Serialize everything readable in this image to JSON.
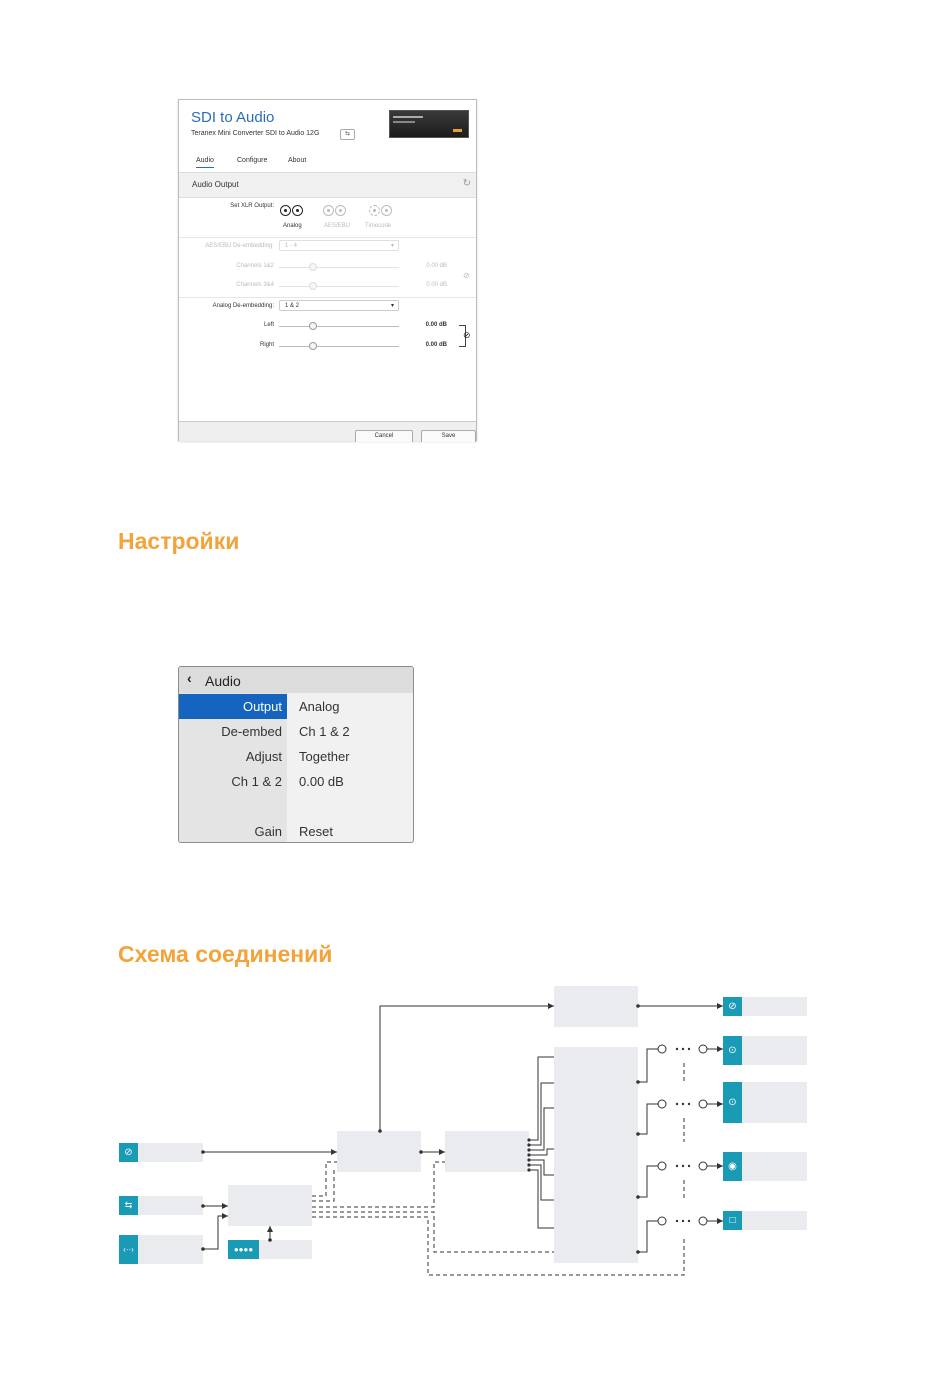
{
  "utility": {
    "title": "SDI to Audio",
    "subtitle": "Teranex Mini Converter SDI to Audio 12G",
    "connection_icon": "usb-icon",
    "tabs": [
      {
        "label": "Audio",
        "active": true
      },
      {
        "label": "Configure",
        "active": false
      },
      {
        "label": "About",
        "active": false
      }
    ],
    "section_title": "Audio Output",
    "xlr": {
      "label": "Set XLR Output:",
      "options": [
        {
          "label": "Analog",
          "selected": true
        },
        {
          "label": "AES/EBU",
          "selected": false
        },
        {
          "label": "Timecode",
          "selected": false
        }
      ]
    },
    "aes": {
      "label": "AES/EBU De-embedding:",
      "value": "1 - 4",
      "ch12_label": "Channels 1&2",
      "ch12_value": "0.00 dB",
      "ch34_label": "Channels 3&4",
      "ch34_value": "0.00 dB"
    },
    "analog": {
      "label": "Analog De-embedding:",
      "value": "1 & 2",
      "left_label": "Left",
      "left_value": "0.00 dB",
      "right_label": "Right",
      "right_value": "0.00 dB"
    },
    "cancel_label": "Cancel",
    "save_label": "Save"
  },
  "headings": {
    "settings": "Настройки",
    "diagram": "Схема соединений"
  },
  "lcd": {
    "title": "Audio",
    "rows": [
      {
        "key": "Output",
        "value": "Analog",
        "selected": true
      },
      {
        "key": "De-embed",
        "value": "Ch 1 & 2",
        "selected": false
      },
      {
        "key": "Adjust",
        "value": "Together",
        "selected": false
      },
      {
        "key": "Ch 1 & 2",
        "value": "0.00 dB",
        "selected": false
      },
      {
        "key": "",
        "value": "",
        "selected": false
      },
      {
        "key": "Gain",
        "value": "Reset",
        "selected": false
      }
    ]
  },
  "diagram": {
    "accent_color": "#1a9bb5",
    "box_color": "#e9ebee",
    "icons": {
      "sdi_in": "sdi-connector-icon",
      "usb": "usb-icon",
      "ethernet": "ethernet-icon",
      "buttons": "front-panel-buttons-icon",
      "sdi_loop": "sdi-connector-icon",
      "xlr1": "xlr-connector-icon",
      "xlr2": "xlr-connector-icon",
      "rca": "rca-connector-icon",
      "tc": "timecode-connector-icon"
    }
  }
}
